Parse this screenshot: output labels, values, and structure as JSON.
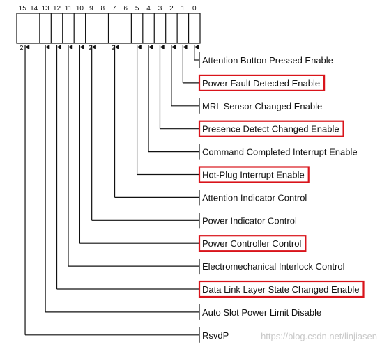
{
  "register": {
    "bit_numbers": [
      "15",
      "14",
      "13",
      "12",
      "11",
      "10",
      "9",
      "8",
      "7",
      "6",
      "5",
      "4",
      "3",
      "2",
      "1",
      "0"
    ],
    "field_width_labels": [
      "2",
      "2",
      "2"
    ]
  },
  "fields": [
    {
      "label": "Attention Button Pressed Enable",
      "highlighted": false
    },
    {
      "label": "Power Fault Detected Enable",
      "highlighted": true
    },
    {
      "label": "MRL Sensor Changed Enable",
      "highlighted": false
    },
    {
      "label": "Presence Detect Changed Enable",
      "highlighted": true
    },
    {
      "label": "Command Completed Interrupt Enable",
      "highlighted": false
    },
    {
      "label": "Hot-Plug Interrupt Enable",
      "highlighted": true
    },
    {
      "label": "Attention Indicator Control",
      "highlighted": false
    },
    {
      "label": "Power Indicator Control",
      "highlighted": false
    },
    {
      "label": "Power Controller Control",
      "highlighted": true
    },
    {
      "label": "Electromechanical Interlock Control",
      "highlighted": false
    },
    {
      "label": "Data Link Layer State Changed Enable",
      "highlighted": true
    },
    {
      "label": "Auto Slot Power Limit Disable",
      "highlighted": false
    },
    {
      "label": "RsvdP",
      "highlighted": false
    }
  ],
  "watermark": "https://blog.csdn.net/linjiasen",
  "colors": {
    "highlight": "#d9141b",
    "line": "#111111",
    "watermark": "#c9c9c9"
  }
}
